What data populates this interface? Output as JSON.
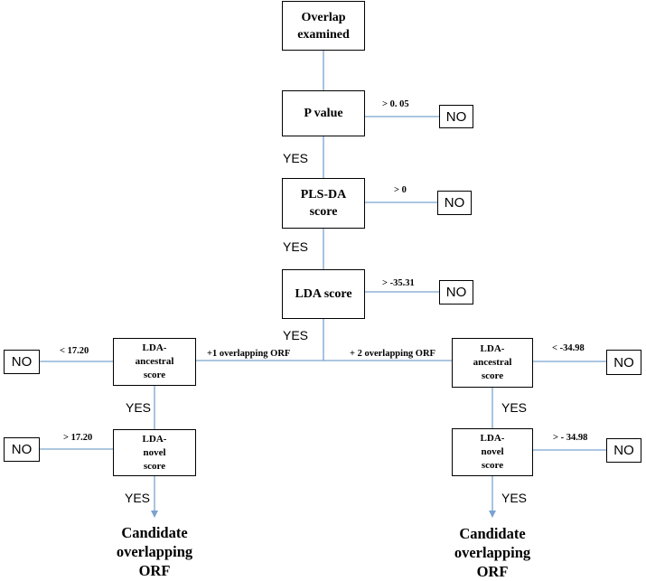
{
  "nodes": {
    "overlap": [
      "Overlap",
      "examined"
    ],
    "pvalue": [
      "P value"
    ],
    "plsda": [
      "PLS-DA",
      "score"
    ],
    "lda": [
      "LDA score"
    ],
    "left_anc": [
      "LDA-",
      "ancestral",
      "score"
    ],
    "left_novel": [
      "LDA-",
      "novel",
      "score"
    ],
    "right_anc": [
      "LDA-",
      "ancestral",
      "score"
    ],
    "right_novel": [
      "LDA-",
      "novel",
      "score"
    ]
  },
  "no_label": "NO",
  "yes_label": "YES",
  "thresholds": {
    "pvalue": "> 0. 05",
    "plsda": "> 0",
    "lda": "> -35.31",
    "left_anc": "< 17.20",
    "left_novel": "> 17.20",
    "right_anc": "< -34.98",
    "right_novel": "> - 34.98"
  },
  "branches": {
    "left": "+1 overlapping  ORF",
    "right": "+ 2 overlapping  ORF"
  },
  "candidate": [
    "Candidate",
    "overlapping",
    "ORF"
  ],
  "colors": {
    "connector": "#7aa3cf",
    "border": "#000000"
  }
}
